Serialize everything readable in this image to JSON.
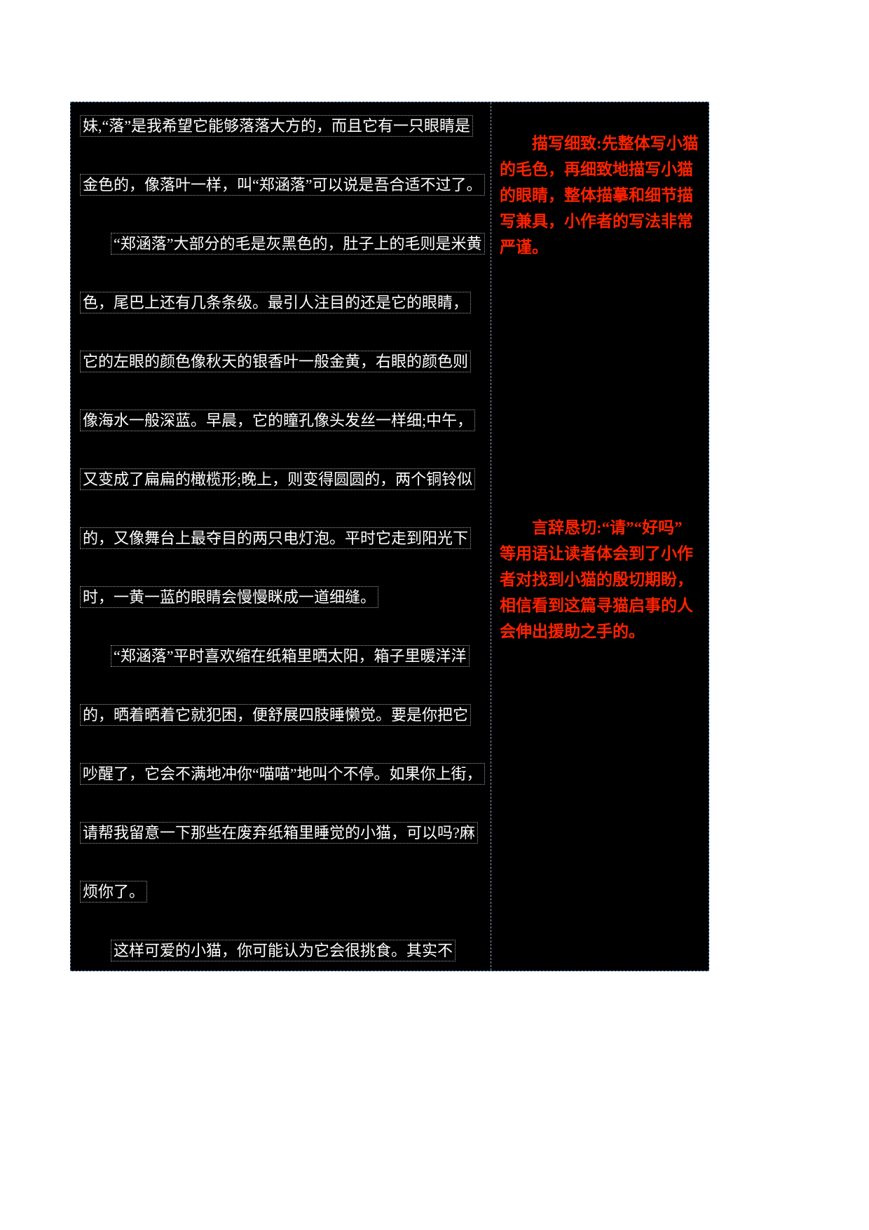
{
  "colors": {
    "page_background": "#ffffff",
    "table_background": "#000000",
    "essay_text": "#ffffff",
    "annotation_text": "#ff2200",
    "line_box_dotted": "#9aa0a6",
    "page_border_dashed": "#4f81bd"
  },
  "essay": {
    "lines": [
      {
        "text": "妹,“落”是我希望它能够落落大方的，而且它有一只眼睛是",
        "indent": false
      },
      {
        "text": "金色的，像落叶一样，叫“郑涵落”可以说是吾合适不过了。",
        "indent": false
      },
      {
        "text": "“郑涵落”大部分的毛是灰黑色的，肚子上的毛则是米黄",
        "indent": true
      },
      {
        "text": "色，尾巴上还有几条条级。最引人注目的还是它的眼睛，",
        "indent": false
      },
      {
        "text": "它的左眼的颜色像秋天的银香叶一般金黄，右眼的颜色则",
        "indent": false
      },
      {
        "text": "像海水一般深蓝。早晨，它的瞳孔像头发丝一样细;中午，",
        "indent": false
      },
      {
        "text": "又变成了扁扁的橄榄形;晚上，则变得圆圆的，两个铜铃似",
        "indent": false
      },
      {
        "text": "的，又像舞台上最夺目的两只电灯泡。平时它走到阳光下",
        "indent": false
      },
      {
        "text": "时，一黄一蓝的眼睛会慢慢眯成一道细缝。",
        "indent": false
      },
      {
        "text": "“郑涵落”平时喜欢缩在纸箱里晒太阳，箱子里暖洋洋",
        "indent": true
      },
      {
        "text": "的，晒着晒着它就犯困，便舒展四肢睡懒觉。要是你把它",
        "indent": false
      },
      {
        "text": "吵醒了，它会不满地冲你“喵喵”地叫个不停。如果你上街，",
        "indent": false
      },
      {
        "text": "请帮我留意一下那些在废弃纸箱里睡觉的小猫，可以吗?麻",
        "indent": false
      },
      {
        "text": "烦你了。",
        "indent": false
      },
      {
        "text": "这样可爱的小猫，你可能认为它会很挑食。其实不",
        "indent": true
      }
    ]
  },
  "annotations": [
    {
      "full_text": "描写细致:先整体写小猫的毛色，再细致地描写小猫的眼睛，整体描摹和细节描写兼具，小作者的写法非常严谨。",
      "lines": [
        "描写细致:先整体写小猫",
        "的毛色，再细致地描写小猫",
        "的眼睛，整体描摹和细节描",
        "写兼具，小作者的写法非常",
        "严谨。"
      ]
    },
    {
      "full_text": "言辞恳切:“请”“好吗”等用语让读者体会到了小作者对找到小猫的殷切期盼，相信看到这篇寻猫启事的人会伸出援助之手的。",
      "lines": [
        "言辞恳切:“请”“好吗”",
        "等用语让读者体会到了小作",
        "者对找到小猫的殷切期盼，",
        "相信看到这篇寻猫启事的人",
        "会伸出援助之手的。"
      ]
    }
  ]
}
